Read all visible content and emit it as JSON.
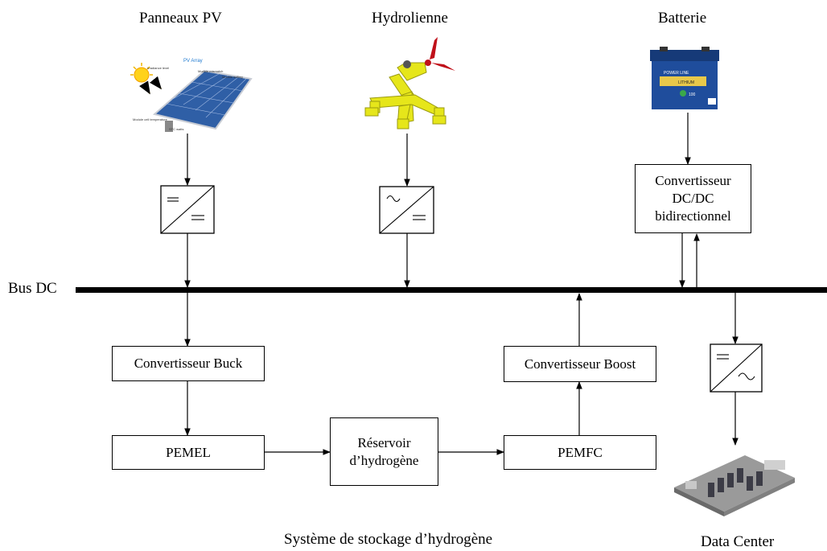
{
  "sources": {
    "pv": "Panneaux PV",
    "tidal": "Hydrolienne",
    "battery": "Batterie"
  },
  "pv_image_labels": {
    "array": "PV Array",
    "irradiance": "Irradiance level",
    "mismatch": "Module mismatch",
    "soiling": "Module soiling",
    "cell_temp": "Module cell temperature",
    "stc": "STC watts"
  },
  "battery_image_labels": {
    "line": "POWER LINE",
    "type": "LITHIUM",
    "capacity": "100"
  },
  "bus_label": "Bus DC",
  "converters": {
    "dcdc_line1": "Convertisseur",
    "dcdc_line2": "DC/DC",
    "dcdc_line3": "bidirectionnel",
    "buck": "Convertisseur Buck",
    "boost": "Convertisseur Boost"
  },
  "storage": {
    "electrolyzer": "PEMEL",
    "tank_line1": "Réservoir",
    "tank_line2": "d’hydrogène",
    "fuel_cell": "PEMFC",
    "title": "Système de stockage d’hydrogène"
  },
  "load": "Data Center",
  "colors": {
    "bus": "#000000",
    "pv_cell": "#2f5fa6",
    "turbine_body": "#e6e61a",
    "turbine_blade": "#c0101a",
    "battery_body": "#1f4d9c",
    "battery_label": "#e8c84a",
    "datacenter_floor": "#9a9a9a"
  }
}
